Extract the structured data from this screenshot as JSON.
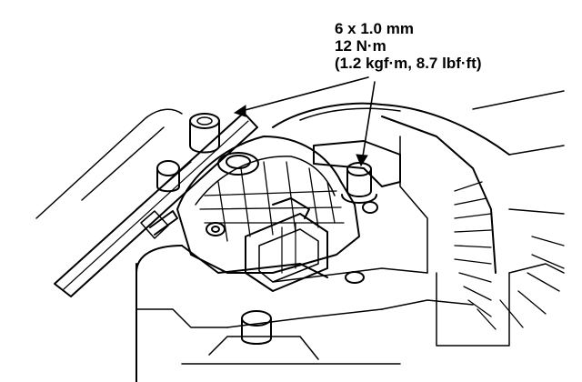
{
  "callout": {
    "bolt_size": "6 x 1.0 mm",
    "torque_nm": "12 N·m",
    "torque_alt": "(1.2 kgf·m, 8.7 lbf·ft)"
  },
  "colors": {
    "ink": "#000000",
    "paper": "#ffffff"
  }
}
